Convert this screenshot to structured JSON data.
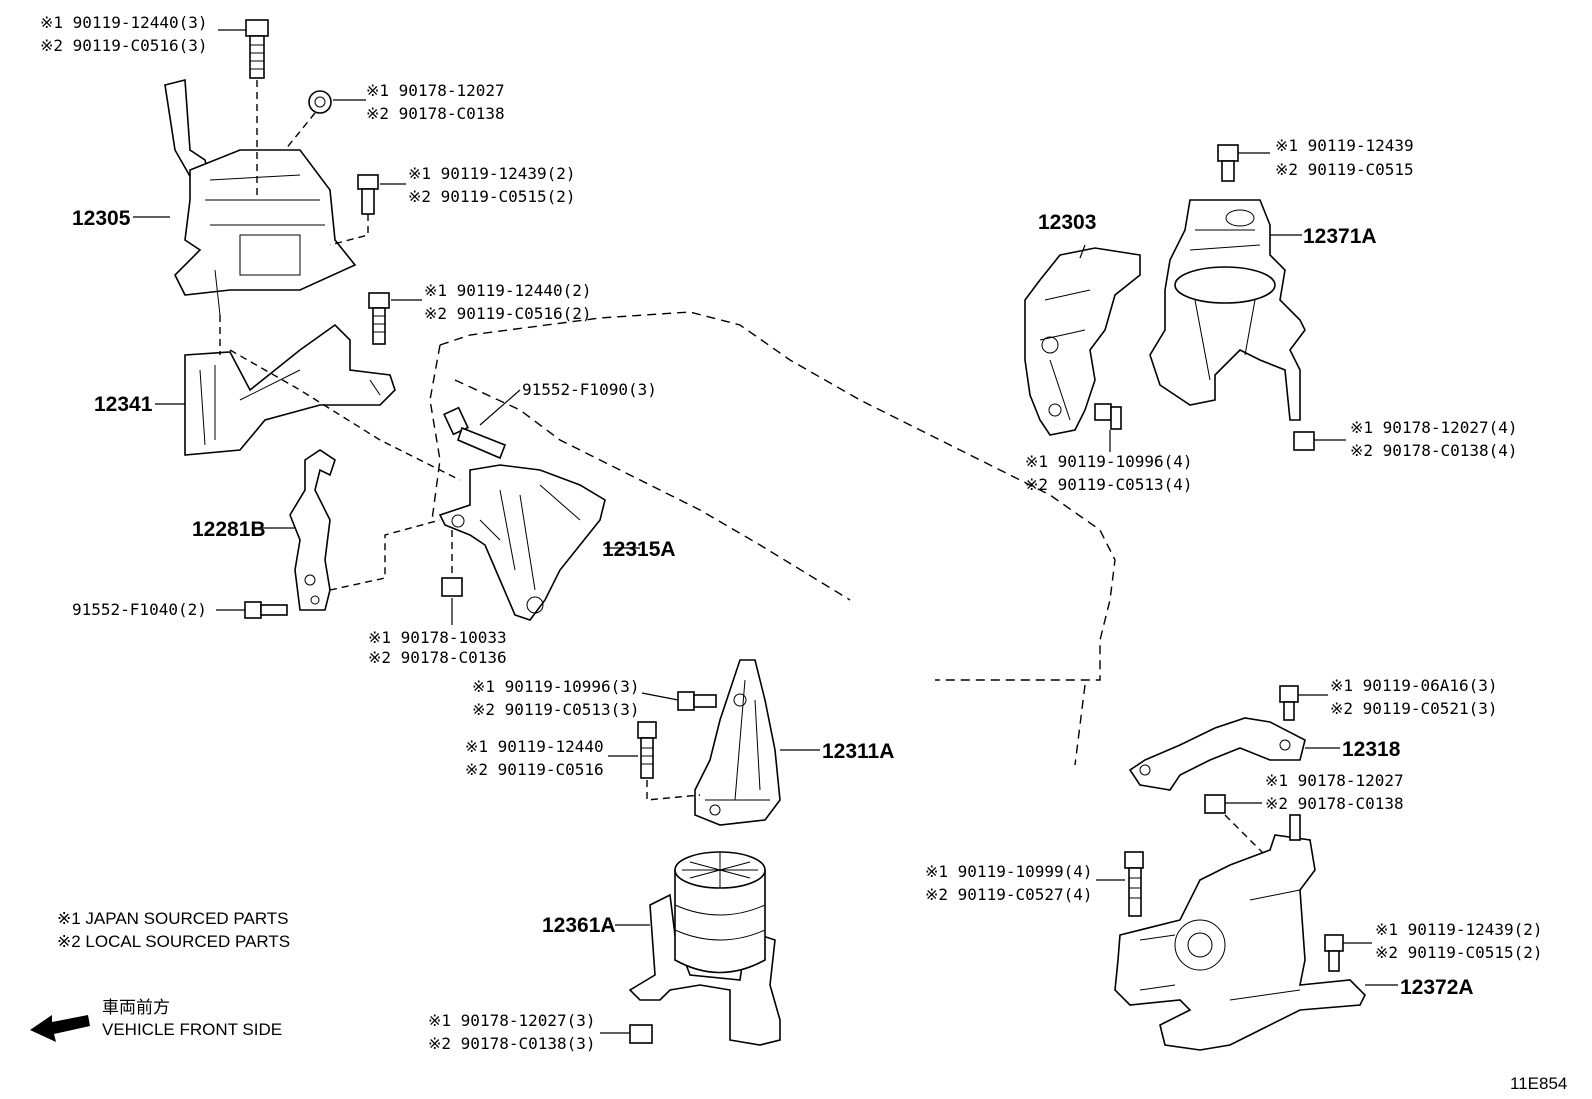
{
  "diagram_id": "11E854",
  "direction": {
    "label_jp": "車両前方",
    "label_en": "VEHICLE FRONT SIDE"
  },
  "legend": {
    "japan": "※1 JAPAN SOURCED PARTS",
    "local": "※2 LOCAL SOURCED PARTS"
  },
  "parts": {
    "p12305": "12305",
    "p12341": "12341",
    "p12281B": "12281B",
    "p12315A": "12315A",
    "p12311A": "12311A",
    "p12361A": "12361A",
    "p12303": "12303",
    "p12371A": "12371A",
    "p12318": "12318",
    "p12372A": "12372A"
  },
  "callouts": {
    "c1a": "※1 90119-12440(3)",
    "c1b": "※2 90119-C0516(3)",
    "c2a": "※1 90178-12027",
    "c2b": "※2 90178-C0138",
    "c3a": "※1 90119-12439(2)",
    "c3b": "※2 90119-C0515(2)",
    "c4a": "※1 90119-12440(2)",
    "c4b": "※2 90119-C0516(2)",
    "c5": "91552-F1090(3)",
    "c6": "91552-F1040(2)",
    "c7a": "※1 90178-10033",
    "c7b": "※2 90178-C0136",
    "c8a": "※1 90119-10996(3)",
    "c8b": "※2 90119-C0513(3)",
    "c9a": "※1 90119-12440",
    "c9b": "※2 90119-C0516",
    "c10a": "※1 90178-12027(3)",
    "c10b": "※2 90178-C0138(3)",
    "c11a": "※1 90119-12439",
    "c11b": "※2 90119-C0515",
    "c12a": "※1 90119-10996(4)",
    "c12b": "※2 90119-C0513(4)",
    "c13a": "※1 90178-12027(4)",
    "c13b": "※2 90178-C0138(4)",
    "c14a": "※1 90119-06A16(3)",
    "c14b": "※2 90119-C0521(3)",
    "c15a": "※1 90178-12027",
    "c15b": "※2 90178-C0138",
    "c16a": "※1 90119-10999(4)",
    "c16b": "※2 90119-C0527(4)",
    "c17a": "※1 90119-12439(2)",
    "c17b": "※2 90119-C0515(2)"
  }
}
